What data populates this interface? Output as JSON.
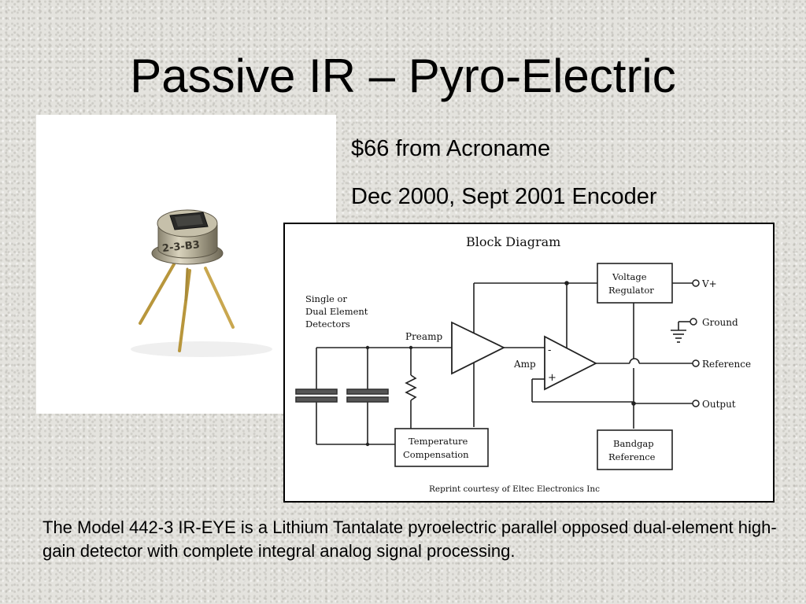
{
  "slide": {
    "title": "Passive IR – Pyro-Electric",
    "price_line": "$66 from Acroname",
    "date_line": "Dec 2000, Sept 2001 Encoder",
    "caption": "The Model 442-3 IR-EYE is a Lithium Tantalate pyroelectric parallel opposed dual-element high-gain detector with complete integral analog signal processing."
  },
  "photo": {
    "marking": "2-3-B3"
  },
  "diagram": {
    "title": "Block Diagram",
    "detectors_label": [
      "Single or",
      "Dual Element",
      "Detectors"
    ],
    "preamp": "Preamp",
    "amp": "Amp",
    "minus": "-",
    "plus": "+",
    "voltage_regulator": [
      "Voltage",
      "Regulator"
    ],
    "temperature_compensation": [
      "Temperature",
      "Compensation"
    ],
    "bandgap_reference": [
      "Bandgap",
      "Reference"
    ],
    "pins": {
      "vplus": "V+",
      "ground": "Ground",
      "reference": "Reference",
      "output": "Output"
    },
    "credit": "Reprint courtesy of Eltec Electronics Inc"
  }
}
